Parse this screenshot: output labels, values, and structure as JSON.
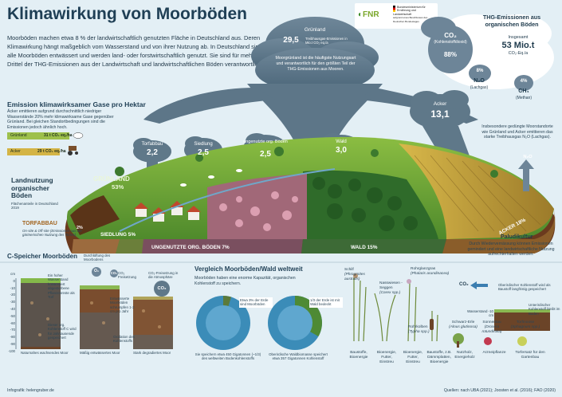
{
  "header": {
    "title": "Klimawirkung von Moorböden",
    "intro": "Moorböden machen etwa 8 % der landwirtschaftlich genutzten Fläche in Deutschland aus. Deren Klimawirkung hängt maßgeblich vom Wasserstand und von ihrer Nutzung ab. In Deutschland sind fast alle Moorböden entwässert und werden land- oder forstwirtschaftlich genutzt. Sie sind für mehr als ein Drittel der THG-Emissionen aus der Landwirtschaft und landwirtschaftlichen Böden verantwortlich."
  },
  "logos": {
    "fnr": "FNR",
    "ministry": "Bundesministerium für Ernährung und Landwirtschaft",
    "ministry_note": "aufgrund eines Beschlusses des Deutschen Bundestages"
  },
  "emission_section": {
    "title": "Emission klimawirksamer Gase pro Hektar",
    "text": "Äcker emittieren aufgrund durchschnittlich niedriger Wasserstände 20% mehr klimawirksame Gase gegenüber Grünland. Bei gleichen Standortbedingungen sind die Emissionen jedoch ähnlich hoch.",
    "bars": [
      {
        "label": "Grünland",
        "value": "31 t CO₂ eq./ha"
      },
      {
        "label": "Acker",
        "value": "29 t CO₂ eq./ha"
      }
    ]
  },
  "clouds": [
    {
      "name": "Grünland",
      "value": "29,5",
      "sub": "Treibhausgas-Emissionen in Mio.t CO₂ eq./a"
    },
    {
      "name": "Torfabbau",
      "value": "2,2"
    },
    {
      "name": "Siedlung",
      "value": "2,5"
    },
    {
      "name": "ungenutzte org. Böden",
      "value": "2,5"
    },
    {
      "name": "Wald",
      "value": "3,0"
    },
    {
      "name": "Acker",
      "value": "13,1"
    }
  ],
  "gruenland_note": "Moorgrünland ist die häufigste Nutzungsart und verantwortlich für den größten Teil der THG-Emissionen aus Mooren.",
  "thg_box": {
    "title": "THG-Emissionen aus organischen Böden",
    "co2": "CO₂",
    "co2_name": "(Kohlenstoffdioxid)",
    "co2_pct": "88%",
    "total_label": "Insgesamt",
    "total_value": "53 Mio.t",
    "total_unit": "CO₂-Eq./a",
    "n2o": "N₂O",
    "n2o_name": "(Lachgas)",
    "n2o_pct": "8%",
    "ch4": "CH₄",
    "ch4_name": "(Methan)",
    "ch4_pct": "4%"
  },
  "acker_note": "Insbesondere gedüngte Moorstandorte wie Grünland und Acker emittieren das starke Treibhausgas N₂O (Lachgas).",
  "n2o_arrow": "N₂O",
  "land_area": {
    "title": "Landnutzung organischer Böden",
    "subtitle": "Flächenanteile in Deutschland 2019",
    "gruenland": "GRÜNLAND",
    "gruenland_pct": "53%"
  },
  "torfabbau": {
    "title": "TORFABBAU",
    "text": "On-site & Off-site (Emissionen aus der gärtnerischen Nutzung des Torfes)"
  },
  "bands": {
    "pct2": "2%",
    "siedlung": "SIEDLUNG 5%",
    "ungenutzt": "UNGENUTZTE ORG. BÖDEN 7%",
    "wald": "WALD 15%",
    "acker": "ACKER 18%"
  },
  "paludikultur": {
    "title": "Paludikultur",
    "text": "Durch Wiedervernässung können Emissionen gemindert und eine landwirtschaftliche Nutzung aufrechterhalten werden."
  },
  "speicher": {
    "title": "C-Speicher Moorböden",
    "axis": [
      "cm",
      "0",
      "-10",
      "-20",
      "-30",
      "-40",
      "-50",
      "-60",
      "-70",
      "-80",
      "-90",
      "-100"
    ],
    "col1_top": "Ein hoher Wasserstand konserviert abgestorbene Pflanzenreste als Torf",
    "col1_mid": "Dieser org. Kohlenstoff C wird für Jahrtausende gespeichert",
    "col1_bottom": "Naturnahes wachsendes Moor",
    "col2_top": "Durchlüftung des Moorbodens",
    "col2_o2": "O₂",
    "col2_co2": "CO₂",
    "col2_release": "CO₂ Freisetzung",
    "col2_mid": "Entwässerte Moorböden schrumpfen 1-2 cm pro Jahr",
    "col2_low": "Oxidation des Kohlenstoffs",
    "col2_bottom": "Mäßig entwässertes Moor",
    "col3_top": "CO₂-Freisetzung in die Atmosphäre",
    "col3_co2": "CO₂",
    "col3_bottom": "Stark degradiertes Moor"
  },
  "vergleich": {
    "title": "Vergleich Moorböden/Wald weltweit",
    "text": "Moorböden haben eine enorme Kapazität, organischen Kohlenstoff zu speichern.",
    "left_note": "Etwa 3% der Erde sind Moorböden",
    "right_note": "1/3 der Erde ist mit Wald bedeckt",
    "left_caption": "Sie speichern etwa 450 Gigatonnen (~1/3) des weltweiten Bodenkohlenstoffs",
    "right_caption": "Oberirdische Waldbiomasse speichert etwa 357 Gigatonnen Kohlenstoff"
  },
  "plants": [
    {
      "name": "Schilf",
      "latin": "(Phragmites australis)",
      "use": "Baustoffe, Bioenergie"
    },
    {
      "name": "Nasswiesen - Seggen",
      "latin": "(Carex spp.)",
      "use": "Bioenergie, Futter, Einstreu"
    },
    {
      "name": "Rohrglanzgras",
      "latin": "(Phalaris arundinacea)",
      "use": "Bioenergie, Futter, Einstreu"
    },
    {
      "name": "Rohrkolben",
      "latin": "(Typha spp.)",
      "use": "Baustoffe, z.B. Dämmplatten, Bioenergie"
    },
    {
      "name": "Schwarz-Erle",
      "latin": "(Alnus glutinosa)",
      "use": "Nutzholz, Energieholz"
    },
    {
      "name": "Sonnentau",
      "latin": "(Drosera rotundifolia)",
      "use": "Arzneipflanze"
    },
    {
      "name": "Torfmoose",
      "latin": "(Sphagnum spp.)",
      "use": "Torfersatz für den Gartenbau"
    }
  ],
  "paludi_side": {
    "co2": "CO₂",
    "note": "Oberirdischer Kohlenstoff wird als Baustoff langfristig gespeichert",
    "wasser": "Wasserstand -10 cm",
    "under": "Unterirdischer Kohlenstoff bleibt im Boden"
  },
  "footer": {
    "left": "Infografik: helengruber.de",
    "right": "Quellen: nach UBA (2021); Joosten et al. (2016); FAO (2020)"
  }
}
